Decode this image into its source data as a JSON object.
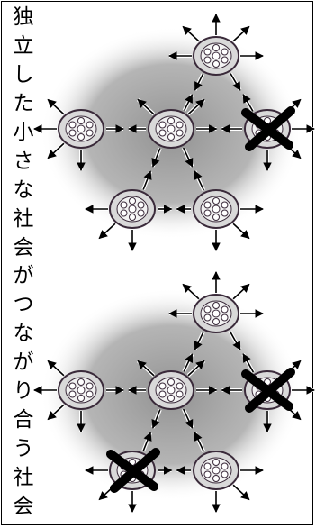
{
  "caption": {
    "text": "独立した小さな社会がつながり合う社会"
  },
  "diagrams": [
    {
      "id": "top",
      "nodes": [
        {
          "id": "n1",
          "failed": false
        },
        {
          "id": "n2",
          "failed": false
        },
        {
          "id": "n3",
          "failed": false
        },
        {
          "id": "n4",
          "failed": true
        },
        {
          "id": "n5",
          "failed": false
        },
        {
          "id": "n6",
          "failed": false
        }
      ]
    },
    {
      "id": "bottom",
      "nodes": [
        {
          "id": "n1",
          "failed": false
        },
        {
          "id": "n2",
          "failed": false
        },
        {
          "id": "n3",
          "failed": false
        },
        {
          "id": "n4",
          "failed": true
        },
        {
          "id": "n5",
          "failed": true
        },
        {
          "id": "n6",
          "failed": false
        }
      ]
    }
  ],
  "colors": {
    "node_fill": "#d9d9d9",
    "node_stroke": "#3a2a3a",
    "inner_fill": "#f2f2f2",
    "shadow": "#9a9a9a",
    "cross": "#000000"
  }
}
